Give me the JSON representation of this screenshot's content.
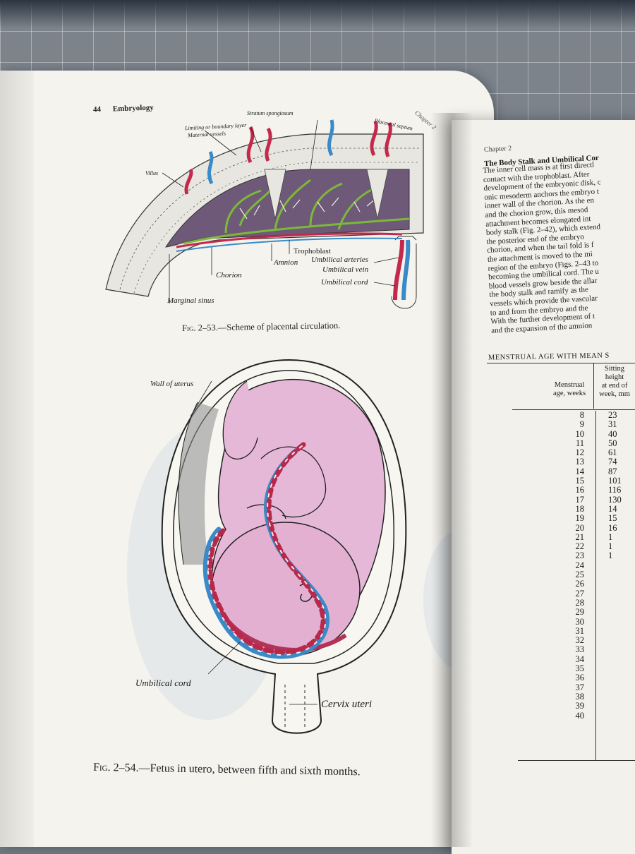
{
  "left_page": {
    "page_number": "44",
    "running_head": "Embryology",
    "side_tab": "Chapter 2",
    "figure_53": {
      "labels": {
        "stratum": "Stratum spongiosum",
        "limiting": "Limiting or boundary layer",
        "maternal": "Maternal vessels",
        "placental_septum": "Placental septum",
        "villus": "Villus",
        "trophoblast": "Trophoblast",
        "amnion": "Amnion",
        "umb_arteries": "Umbilical arteries",
        "umb_vein": "Umbilical vein",
        "umb_cord": "Umbilical cord",
        "chorion": "Chorion",
        "marginal_sinus": "Marginal sinus"
      },
      "caption_prefix": "Fig. 2–53.",
      "caption_text": "—Scheme of placental circulation."
    },
    "figure_54": {
      "labels": {
        "wall": "Wall of uterus",
        "cord": "Umbilical cord",
        "cervix": "Cervix uteri"
      },
      "caption_prefix": "Fig. 2–54.",
      "caption_text": "—Fetus in utero, between fifth and sixth months."
    }
  },
  "right_page": {
    "chapter": "Chapter 2",
    "heading": "The Body Stalk and Umbilical Cor",
    "body_lines": [
      "The inner cell mass is at first directl",
      "contact with the trophoblast. After",
      "development of the embryonic disk, c",
      "onic mesoderm anchors the embryo t",
      "inner wall of the chorion. As the en",
      "and the chorion grow, this mesod",
      "attachment becomes elongated int",
      "body stalk (Fig. 2–42), which extend",
      "the posterior end of the embryo",
      "chorion, and when the tail fold is f",
      "the attachment is moved to the mi",
      "region of the embryo (Figs. 2–43 to",
      "becoming the umbilical cord. The u",
      "blood vessels grow beside the allar",
      "the body stalk and ramify as the",
      "vessels which provide the vascular",
      "to and from the embryo and the",
      "With the further development of t",
      "and the expansion of the amnion"
    ],
    "table": {
      "title": "MENSTRUAL AGE WITH MEAN S",
      "col1_header": [
        "Menstrual",
        "age, weeks"
      ],
      "col2_header": [
        "Sitting",
        "height",
        "at end of",
        "week, mm"
      ],
      "weeks": [
        "8",
        "9",
        "10",
        "11",
        "12",
        "13",
        "14",
        "15",
        "16",
        "17",
        "18",
        "19",
        "20",
        "21",
        "22",
        "23",
        "24",
        "25",
        "26",
        "27",
        "28",
        "29",
        "30",
        "31",
        "32",
        "33",
        "34",
        "35",
        "36",
        "37",
        "38",
        "39",
        "40"
      ],
      "heights": [
        "23",
        "31",
        "40",
        "50",
        "61",
        "74",
        "87",
        "101",
        "116",
        "130",
        "14",
        "15",
        "16",
        "1",
        "1",
        "1"
      ]
    }
  }
}
